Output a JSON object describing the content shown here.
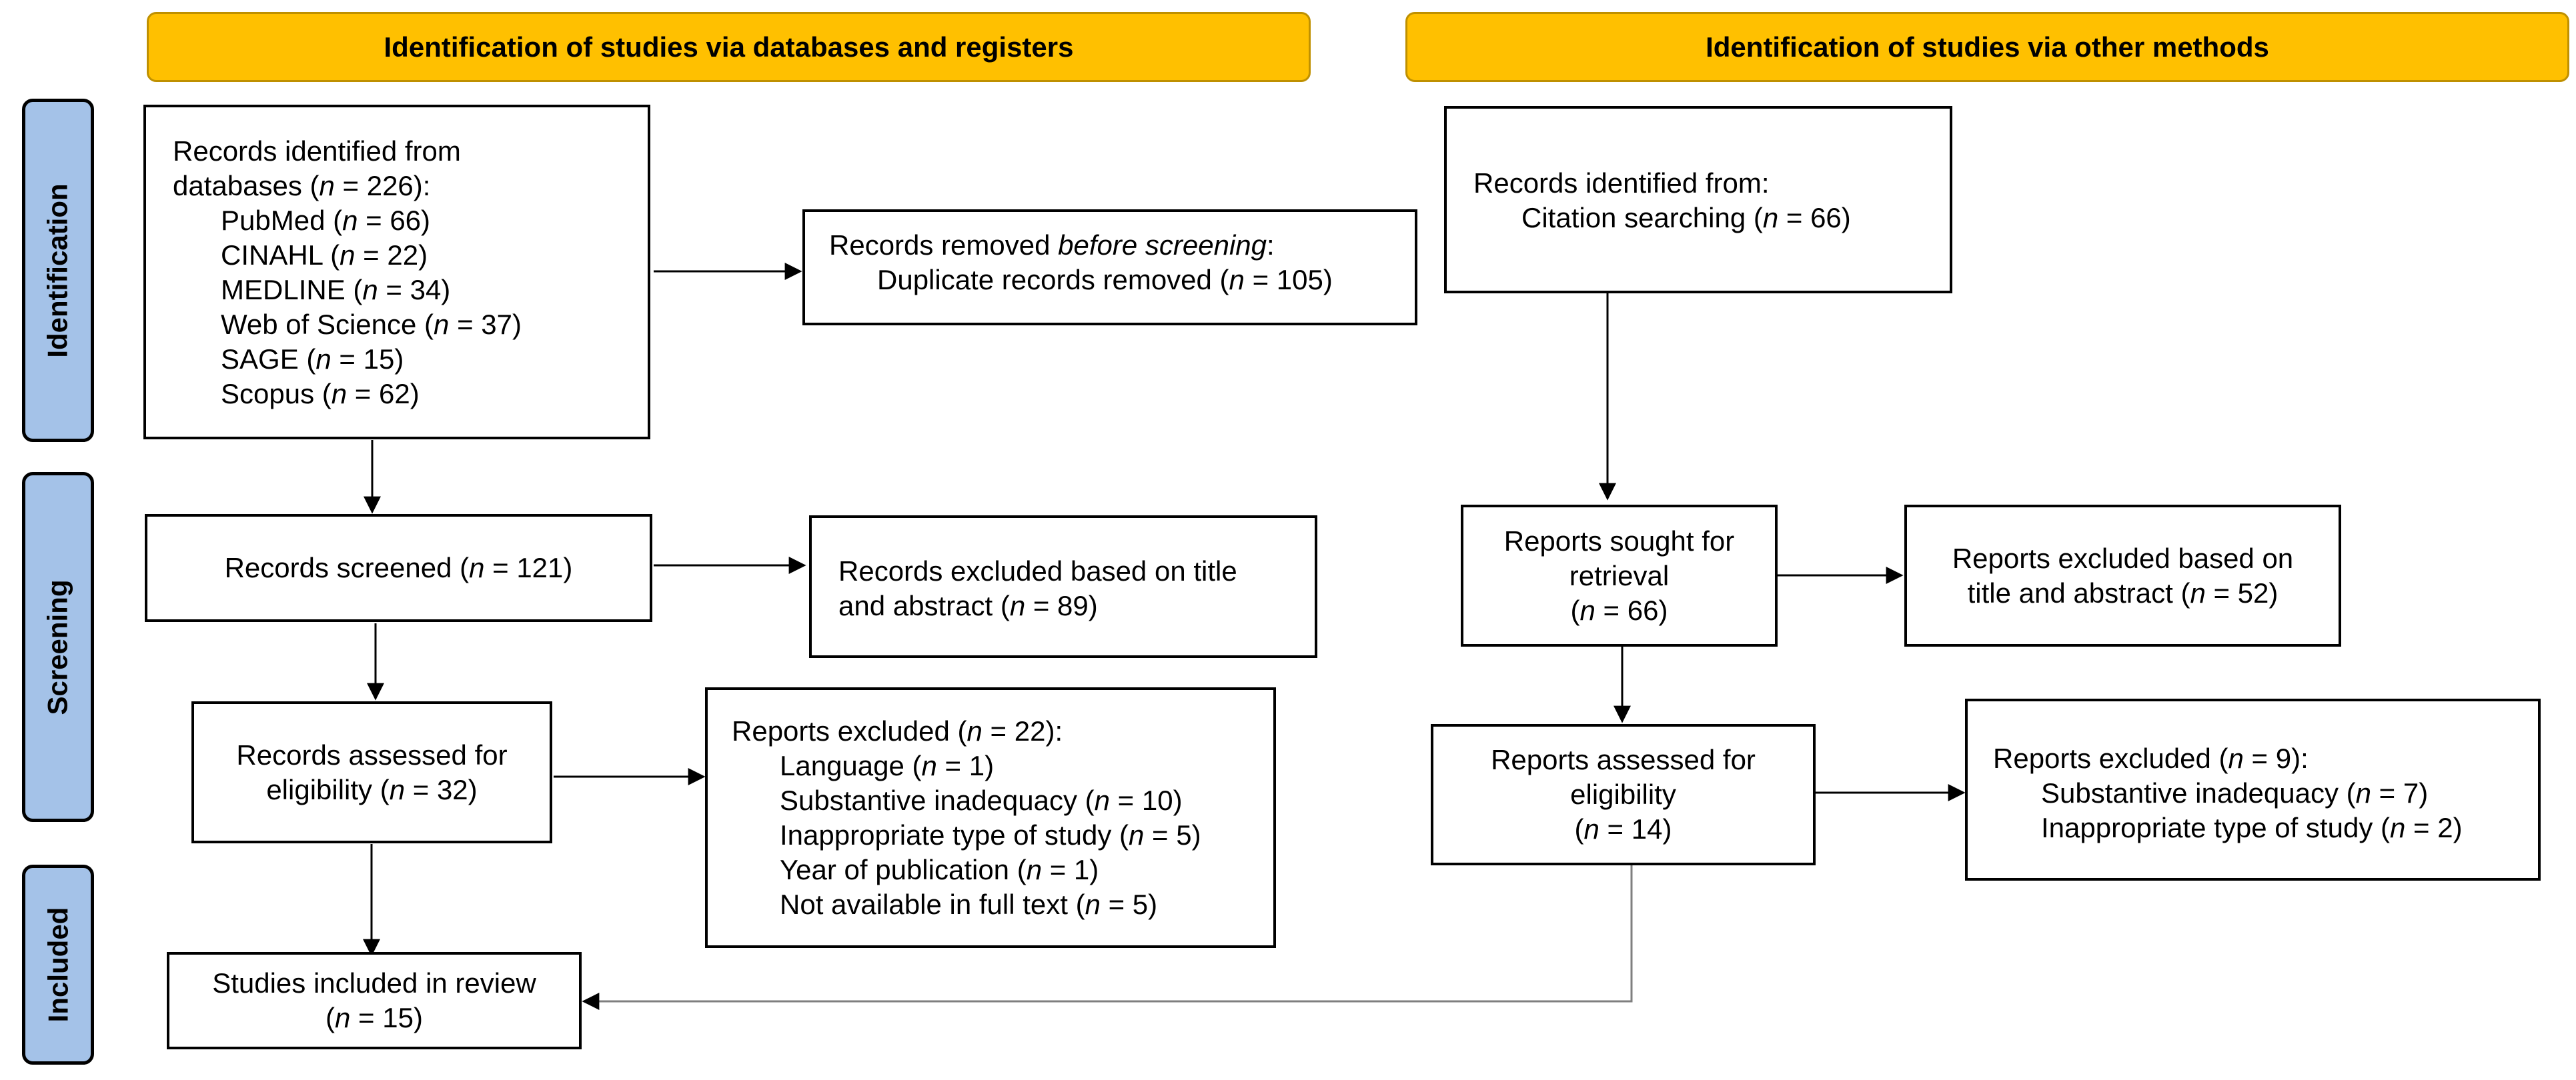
{
  "headers": {
    "databases": "Identification of studies via databases and registers",
    "other": "Identification of studies via other methods"
  },
  "stages": {
    "identification": "Identification",
    "screening": "Screening",
    "included": "Included"
  },
  "left": {
    "records_identified": {
      "title_line1": "Records identified from",
      "title_line2_prefix": "databases (",
      "n_label": "n",
      "title_line2_suffix": " = 226):",
      "sources": [
        {
          "name": "PubMed (",
          "n": "n",
          "value": " = 66)"
        },
        {
          "name": "CINAHL (",
          "n": "n",
          "value": " = 22)"
        },
        {
          "name": "MEDLINE (",
          "n": "n",
          "value": " = 34)"
        },
        {
          "name": "Web of Science (",
          "n": "n",
          "value": " = 37)"
        },
        {
          "name": "SAGE (",
          "n": "n",
          "value": " = 15)"
        },
        {
          "name": "Scopus (",
          "n": "n",
          "value": " = 62)"
        }
      ]
    },
    "records_removed": {
      "line1_prefix": "Records removed ",
      "line1_italic": "before screening",
      "line1_suffix": ":",
      "line2_prefix": "Duplicate records removed (",
      "n_label": "n",
      "line2_suffix": " = 105)"
    },
    "records_screened": {
      "prefix": "Records screened (",
      "n_label": "n",
      "suffix": " = 121)"
    },
    "records_excluded": {
      "line1": "Records excluded based on title",
      "line2_prefix": "and abstract (",
      "n_label": "n",
      "line2_suffix": " = 89)"
    },
    "records_assessed": {
      "line1": "Records assessed for",
      "line2_prefix": "eligibility (",
      "n_label": "n",
      "line2_suffix": " = 32)"
    },
    "reports_excluded": {
      "title_prefix": "Reports excluded (",
      "n_label": "n",
      "title_suffix": " = 22):",
      "reasons": [
        {
          "name": "Language (",
          "n": "n",
          "value": " = 1)"
        },
        {
          "name": "Substantive inadequacy (",
          "n": "n",
          "value": " = 10)"
        },
        {
          "name": "Inappropriate type of study (",
          "n": "n",
          "value": " = 5)"
        },
        {
          "name": "Year of publication (",
          "n": "n",
          "value": " = 1)"
        },
        {
          "name": "Not available in full text (",
          "n": "n",
          "value": " = 5)"
        }
      ]
    },
    "studies_included": {
      "line1": "Studies included in review",
      "line2_prefix": "(",
      "n_label": "n",
      "line2_suffix": " = 15)"
    }
  },
  "right": {
    "records_identified": {
      "line1": "Records identified from:",
      "line2_prefix": "Citation searching (",
      "n_label": "n",
      "line2_suffix": " = 66)"
    },
    "reports_sought": {
      "line1": "Reports sought for",
      "line2": "retrieval",
      "line3_prefix": "(",
      "n_label": "n",
      "line3_suffix": " = 66)"
    },
    "reports_excluded_title": {
      "line1": "Reports excluded based on",
      "line2_prefix": "title and abstract (",
      "n_label": "n",
      "line2_suffix": " = 52)"
    },
    "reports_assessed": {
      "line1": "Reports assessed for",
      "line2": "eligibility",
      "line3_prefix": "(",
      "n_label": "n",
      "line3_suffix": " = 14)"
    },
    "reports_excluded": {
      "title_prefix": "Reports excluded (",
      "n_label": "n",
      "title_suffix": " = 9):",
      "reasons": [
        {
          "name": "Substantive inadequacy (",
          "n": "n",
          "value": " = 7)"
        },
        {
          "name": "Inappropriate type of study (",
          "n": "n",
          "value": " = 2)"
        }
      ]
    }
  },
  "colors": {
    "header_fill": "#ffc000",
    "header_border": "#bf9000",
    "stage_fill": "#a4c2e8",
    "line": "#000000",
    "join_line": "#7f7f7f"
  }
}
